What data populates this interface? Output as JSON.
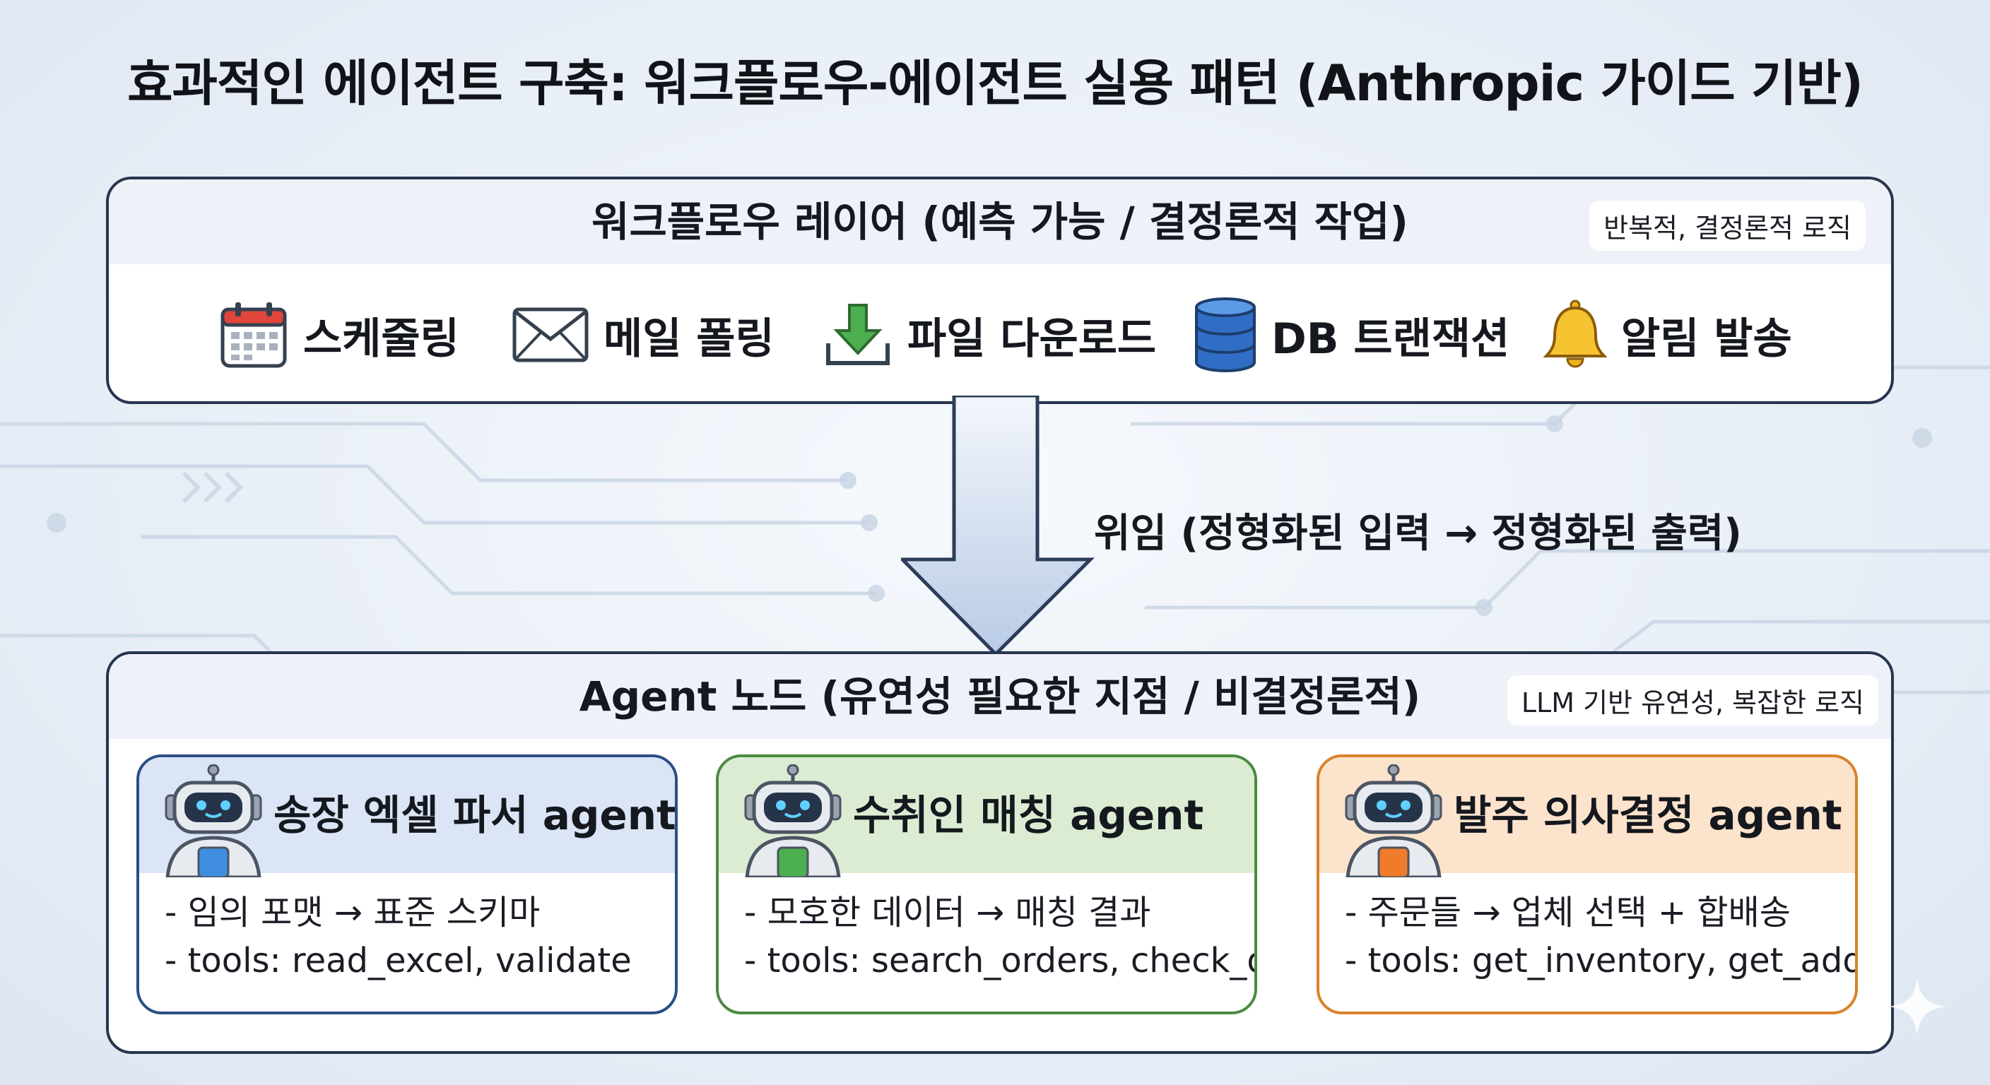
{
  "title": "효과적인 에이전트 구축: 워크플로우-에이전트 실용 패턴 (Anthropic 가이드 기반)",
  "workflow_layer": {
    "title": "워크플로우 레이어 (예측 가능 / 결정론적 작업)",
    "tag": "반복적, 결정론적 로직",
    "items": [
      {
        "label": "스케줄링",
        "icon": "calendar-icon"
      },
      {
        "label": "메일 폴링",
        "icon": "envelope-icon"
      },
      {
        "label": "파일 다운로드",
        "icon": "download-icon"
      },
      {
        "label": "DB 트랜잭션",
        "icon": "database-icon"
      },
      {
        "label": "알림 발송",
        "icon": "bell-icon"
      }
    ]
  },
  "delegation": {
    "label": "위임 (정형화된 입력 → 정형화된 출력)"
  },
  "agent_layer": {
    "title": "Agent 노드 (유연성 필요한 지점 / 비결정론적)",
    "tag": "LLM 기반 유연성, 복잡한 로직",
    "cards": [
      {
        "title": "송장 엑셀 파서 agent",
        "line1": "- 임의 포맷 → 표준 스키마",
        "line2": "- tools: read_excel, validate",
        "border": "#2b4f86",
        "head_bg": "#dbe5f5",
        "chest": "#3f8ee0"
      },
      {
        "title": "수취인 매칭 agent",
        "line1": "- 모호한 데이터 → 매칭 결과",
        "line2": "- tools: search_orders, check_dup",
        "border": "#4b8a3f",
        "head_bg": "#dcecd3",
        "chest": "#4caf50"
      },
      {
        "title": "발주 의사결정 agent",
        "line1": "- 주문들 → 업체 선택 + 합배송",
        "line2": "- tools: get_inventory, get_addr",
        "border": "#d9822b",
        "head_bg": "#fbe3cc",
        "chest": "#f07b2a"
      }
    ]
  }
}
